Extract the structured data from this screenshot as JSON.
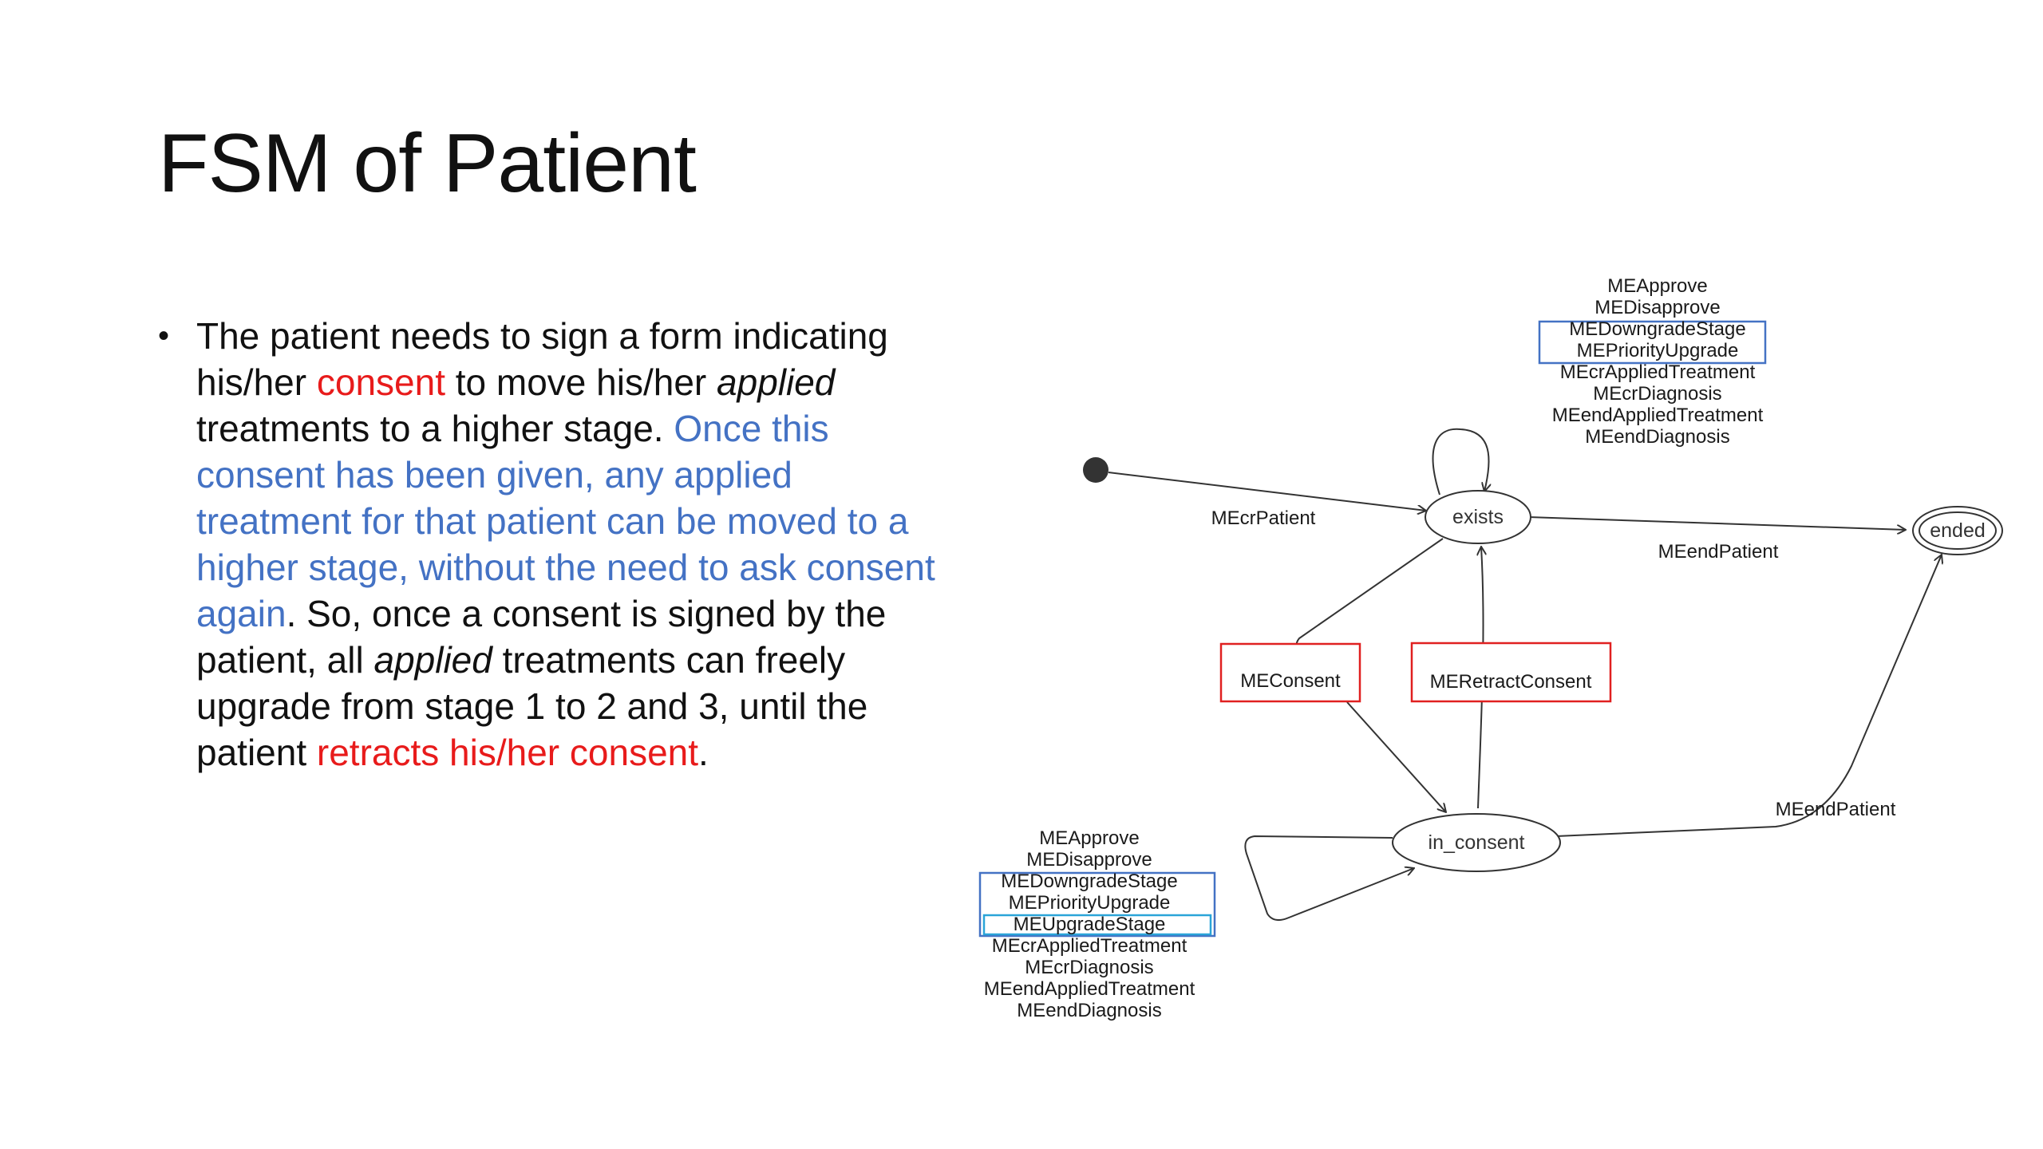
{
  "slide": {
    "title": "FSM of Patient",
    "bullet": {
      "p1": "The patient needs to sign a form indicating his/her ",
      "consent": "consent",
      "p2": " to move his/her ",
      "applied1": "applied",
      "p3": " treatments to a higher stage. ",
      "blue_sentence": "Once this consent has been given, any applied treatment for that patient can be moved to a higher stage, without the need to ask consent again",
      "p4": ". So, once a consent is signed by the patient, all ",
      "applied2": "applied",
      "p5": " treatments can freely upgrade from stage 1 to 2 and 3, until the patient ",
      "retracts": "retracts his/her consent",
      "p6": "."
    }
  },
  "diagram": {
    "states": {
      "exists": "exists",
      "in_consent": "in_consent",
      "ended": "ended"
    },
    "transitions": {
      "create": "MEcrPatient",
      "end_from_exists": "MEendPatient",
      "end_from_in_consent": "MEendPatient",
      "consent": "MEConsent",
      "retract": "MERetractConsent"
    },
    "exists_self_loop": [
      "MEApprove",
      "MEDisapprove",
      "MEDowngradeStage",
      "MEPriorityUpgrade",
      "MEcrAppliedTreatment",
      "MEcrDiagnosis",
      "MEendAppliedTreatment",
      "MEendDiagnosis"
    ],
    "in_consent_self_loop": [
      "MEApprove",
      "MEDisapprove",
      "MEDowngradeStage",
      "MEPriorityUpgrade",
      "MEUpgradeStage",
      "MEcrAppliedTreatment",
      "MEcrDiagnosis",
      "MEendAppliedTreatment",
      "MEendDiagnosis"
    ],
    "colors": {
      "red_box": "#e02020",
      "blue_box": "#4472c4",
      "cyan_box": "#2aa4d8"
    }
  }
}
